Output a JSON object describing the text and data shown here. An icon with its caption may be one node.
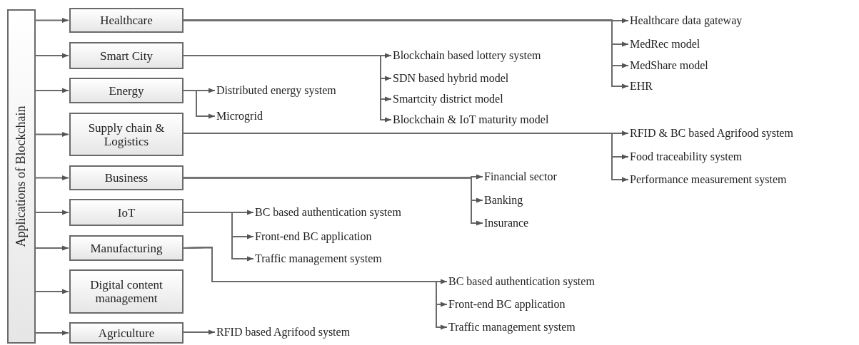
{
  "diagram": {
    "nodes": [
      {
        "text": [
          "Applications of Blockchain"
        ]
      },
      {
        "text": [
          "Healthcare"
        ]
      },
      {
        "text": [
          "Smart City"
        ]
      },
      {
        "text": [
          "Energy"
        ]
      },
      {
        "text": [
          "Supply chain & Logistics"
        ]
      },
      {
        "text": [
          "Business"
        ]
      },
      {
        "text": [
          "IoT"
        ]
      },
      {
        "text": [
          "Manufacturing"
        ]
      },
      {
        "text": [
          "Digital content management"
        ]
      },
      {
        "text": [
          "Agriculture"
        ]
      },
      {
        "text": [
          "Healthcare data gateway"
        ]
      },
      {
        "text": [
          "MedRec model"
        ]
      },
      {
        "text": [
          "MedShare model"
        ]
      },
      {
        "text": [
          "EHR"
        ]
      },
      {
        "text": [
          "Blockchain based lottery system"
        ]
      },
      {
        "text": [
          "SDN based hybrid model"
        ]
      },
      {
        "text": [
          "Smartcity district model"
        ]
      },
      {
        "text": [
          "Blockchain & IoT maturity model"
        ]
      },
      {
        "text": [
          "Distributed energy system"
        ]
      },
      {
        "text": [
          "Microgrid"
        ]
      },
      {
        "text": [
          "RFID & BC based Agrifood system"
        ]
      },
      {
        "text": [
          "Food traceability system"
        ]
      },
      {
        "text": [
          "Performance measurement system"
        ]
      },
      {
        "text": [
          "Financial sector"
        ]
      },
      {
        "text": [
          "Banking"
        ]
      },
      {
        "text": [
          "Insurance"
        ]
      },
      {
        "text": [
          "BC based authentication system"
        ]
      },
      {
        "text": [
          "Front-end BC application"
        ]
      },
      {
        "text": [
          "Traffic management system"
        ]
      },
      {
        "text": [
          "BC based authentication system"
        ]
      },
      {
        "text": [
          "Front-end BC application"
        ]
      },
      {
        "text": [
          "Traffic management system"
        ]
      },
      {
        "text": [
          "RFID based Agrifood system"
        ]
      }
    ],
    "edges": [
      {
        "from": 0,
        "to": 1,
        "arrow": "to"
      },
      {
        "from": 0,
        "to": 2,
        "arrow": "to"
      },
      {
        "from": 0,
        "to": 3,
        "arrow": "to"
      },
      {
        "from": 0,
        "to": 4,
        "arrow": "to"
      },
      {
        "from": 0,
        "to": 5,
        "arrow": "to"
      },
      {
        "from": 0,
        "to": 6,
        "arrow": "to"
      },
      {
        "from": 0,
        "to": 7,
        "arrow": "to"
      },
      {
        "from": 0,
        "to": 8,
        "arrow": "to"
      },
      {
        "from": 0,
        "to": 9,
        "arrow": "to"
      },
      {
        "from": 1,
        "to": 10,
        "arrow": "to"
      },
      {
        "from": 1,
        "to": 11,
        "arrow": "to"
      },
      {
        "from": 1,
        "to": 12,
        "arrow": "to"
      },
      {
        "from": 1,
        "to": 13,
        "arrow": "to"
      },
      {
        "from": 2,
        "to": 14,
        "arrow": "to"
      },
      {
        "from": 2,
        "to": 15,
        "arrow": "to"
      },
      {
        "from": 2,
        "to": 16,
        "arrow": "to"
      },
      {
        "from": 2,
        "to": 17,
        "arrow": "to"
      },
      {
        "from": 3,
        "to": 18,
        "arrow": "to"
      },
      {
        "from": 3,
        "to": 19,
        "arrow": "to"
      },
      {
        "from": 4,
        "to": 20,
        "arrow": "to"
      },
      {
        "from": 4,
        "to": 21,
        "arrow": "to"
      },
      {
        "from": 4,
        "to": 22,
        "arrow": "to"
      },
      {
        "from": 5,
        "to": 23,
        "arrow": "to"
      },
      {
        "from": 5,
        "to": 24,
        "arrow": "to"
      },
      {
        "from": 5,
        "to": 25,
        "arrow": "to"
      },
      {
        "from": 6,
        "to": 26,
        "arrow": "to"
      },
      {
        "from": 6,
        "to": 27,
        "arrow": "to"
      },
      {
        "from": 6,
        "to": 28,
        "arrow": "to"
      },
      {
        "from": 7,
        "to": 29,
        "arrow": "to"
      },
      {
        "from": 7,
        "to": 30,
        "arrow": "to"
      },
      {
        "from": 7,
        "to": 31,
        "arrow": "to"
      },
      {
        "from": 9,
        "to": 32,
        "arrow": "to"
      }
    ]
  }
}
